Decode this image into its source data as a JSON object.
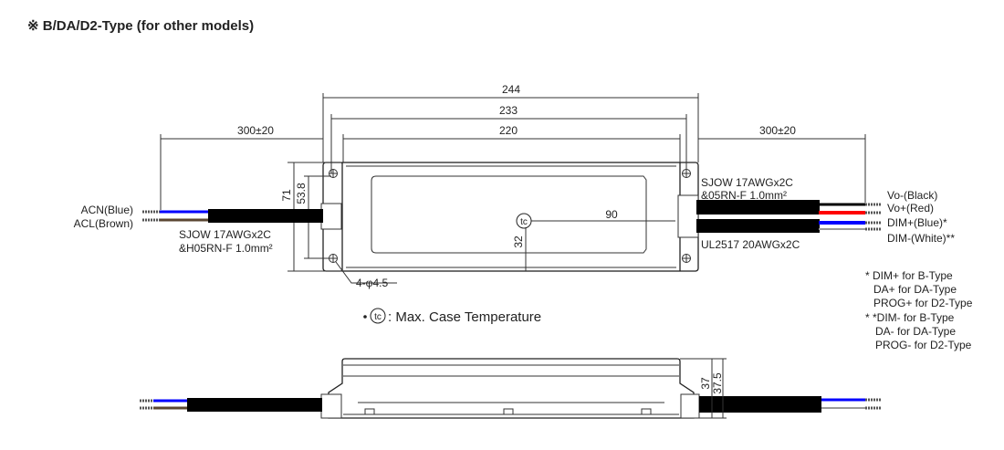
{
  "title": "※  B/DA/D2-Type (for other models)",
  "dimensions": {
    "overall_length": "244",
    "hole_pitch": "233",
    "body_length": "220",
    "left_cable": "300±20",
    "right_cable": "300±20",
    "width": "71",
    "hole_spacing": "53.8",
    "tc_x": "90",
    "tc_y": "32",
    "holes": "4-φ4.5",
    "height_a": "37",
    "height_b": "37.5"
  },
  "left_wires": {
    "labels": [
      "ACN(Blue)",
      "ACL(Brown)"
    ],
    "cable_line1": "SJOW 17AWGx2C",
    "cable_line2": "&H05RN-F 1.0mm²"
  },
  "right_wires": {
    "cable1_line1": "SJOW 17AWGx2C",
    "cable1_line2": "&05RN-F 1.0mm²",
    "cable2": "UL2517 20AWGx2C",
    "labels": [
      "Vo-(Black)",
      "Vo+(Red)",
      "DIM+(Blue)*",
      "DIM-(White)**"
    ]
  },
  "tc_symbol": "tc",
  "tc_legend": ": Max. Case Temperature",
  "notes": [
    "* DIM+ for B-Type",
    "DA+ for DA-Type",
    "PROG+ for D2-Type",
    "* *DIM- for B-Type",
    "DA- for DA-Type",
    "PROG- for D2-Type"
  ],
  "colors": {
    "blue": "#0000ff",
    "brown": "#5a4632",
    "red": "#ff0000",
    "black": "#000000"
  }
}
